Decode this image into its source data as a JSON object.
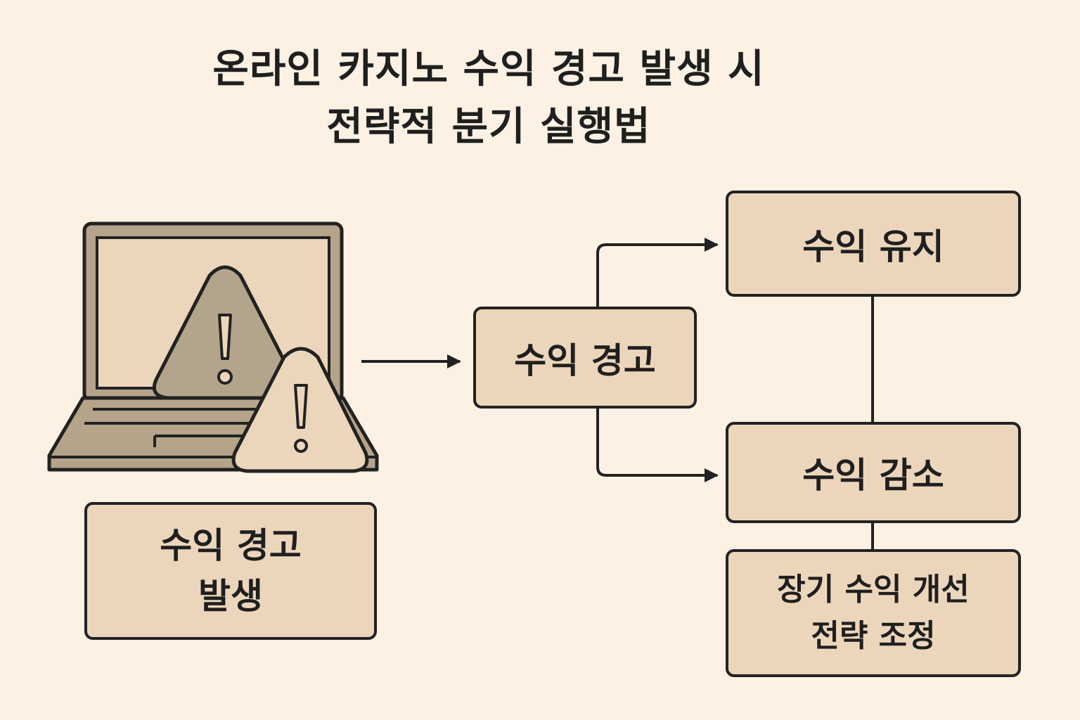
{
  "title": {
    "line1": "온라인 카지노 수익 경고 발생 시",
    "line2": "전략적 분기 실행법"
  },
  "nodes": {
    "alert_occurred": {
      "line1": "수익 경고",
      "line2": "발생"
    },
    "alert": {
      "label": "수익 경고"
    },
    "maintain": {
      "label": "수익 유지"
    },
    "decrease": {
      "label": "수익 감소"
    },
    "strategy": {
      "line1": "장기 수익 개선",
      "line2": "전략 조정"
    }
  },
  "icons": {
    "laptop": "laptop-icon",
    "warning_large": "warning-triangle-icon",
    "warning_small": "warning-triangle-icon"
  },
  "colors": {
    "background": "#fcf1e3",
    "box_fill": "#ecd6bb",
    "stroke": "#222222",
    "laptop_body": "#b5a48a",
    "laptop_screen": "#ecd6bb",
    "warning_fill": "#b3a48c",
    "warning_fill_light": "#ecd6bb"
  }
}
